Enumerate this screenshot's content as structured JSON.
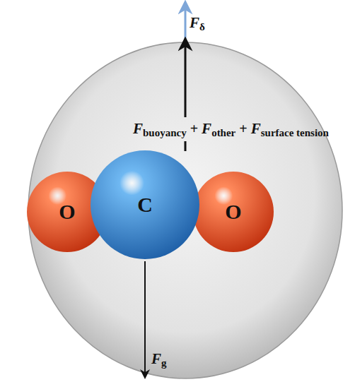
{
  "diagram": {
    "nodes": [
      {
        "text": [
          "O"
        ]
      },
      {
        "text": [
          "C"
        ]
      },
      {
        "text": [
          "O"
        ]
      }
    ],
    "labels": [
      "F",
      "δ",
      "F",
      "buoyancy",
      "+",
      "F",
      "other",
      "+",
      "F",
      "surface tension",
      "F",
      "g"
    ]
  }
}
